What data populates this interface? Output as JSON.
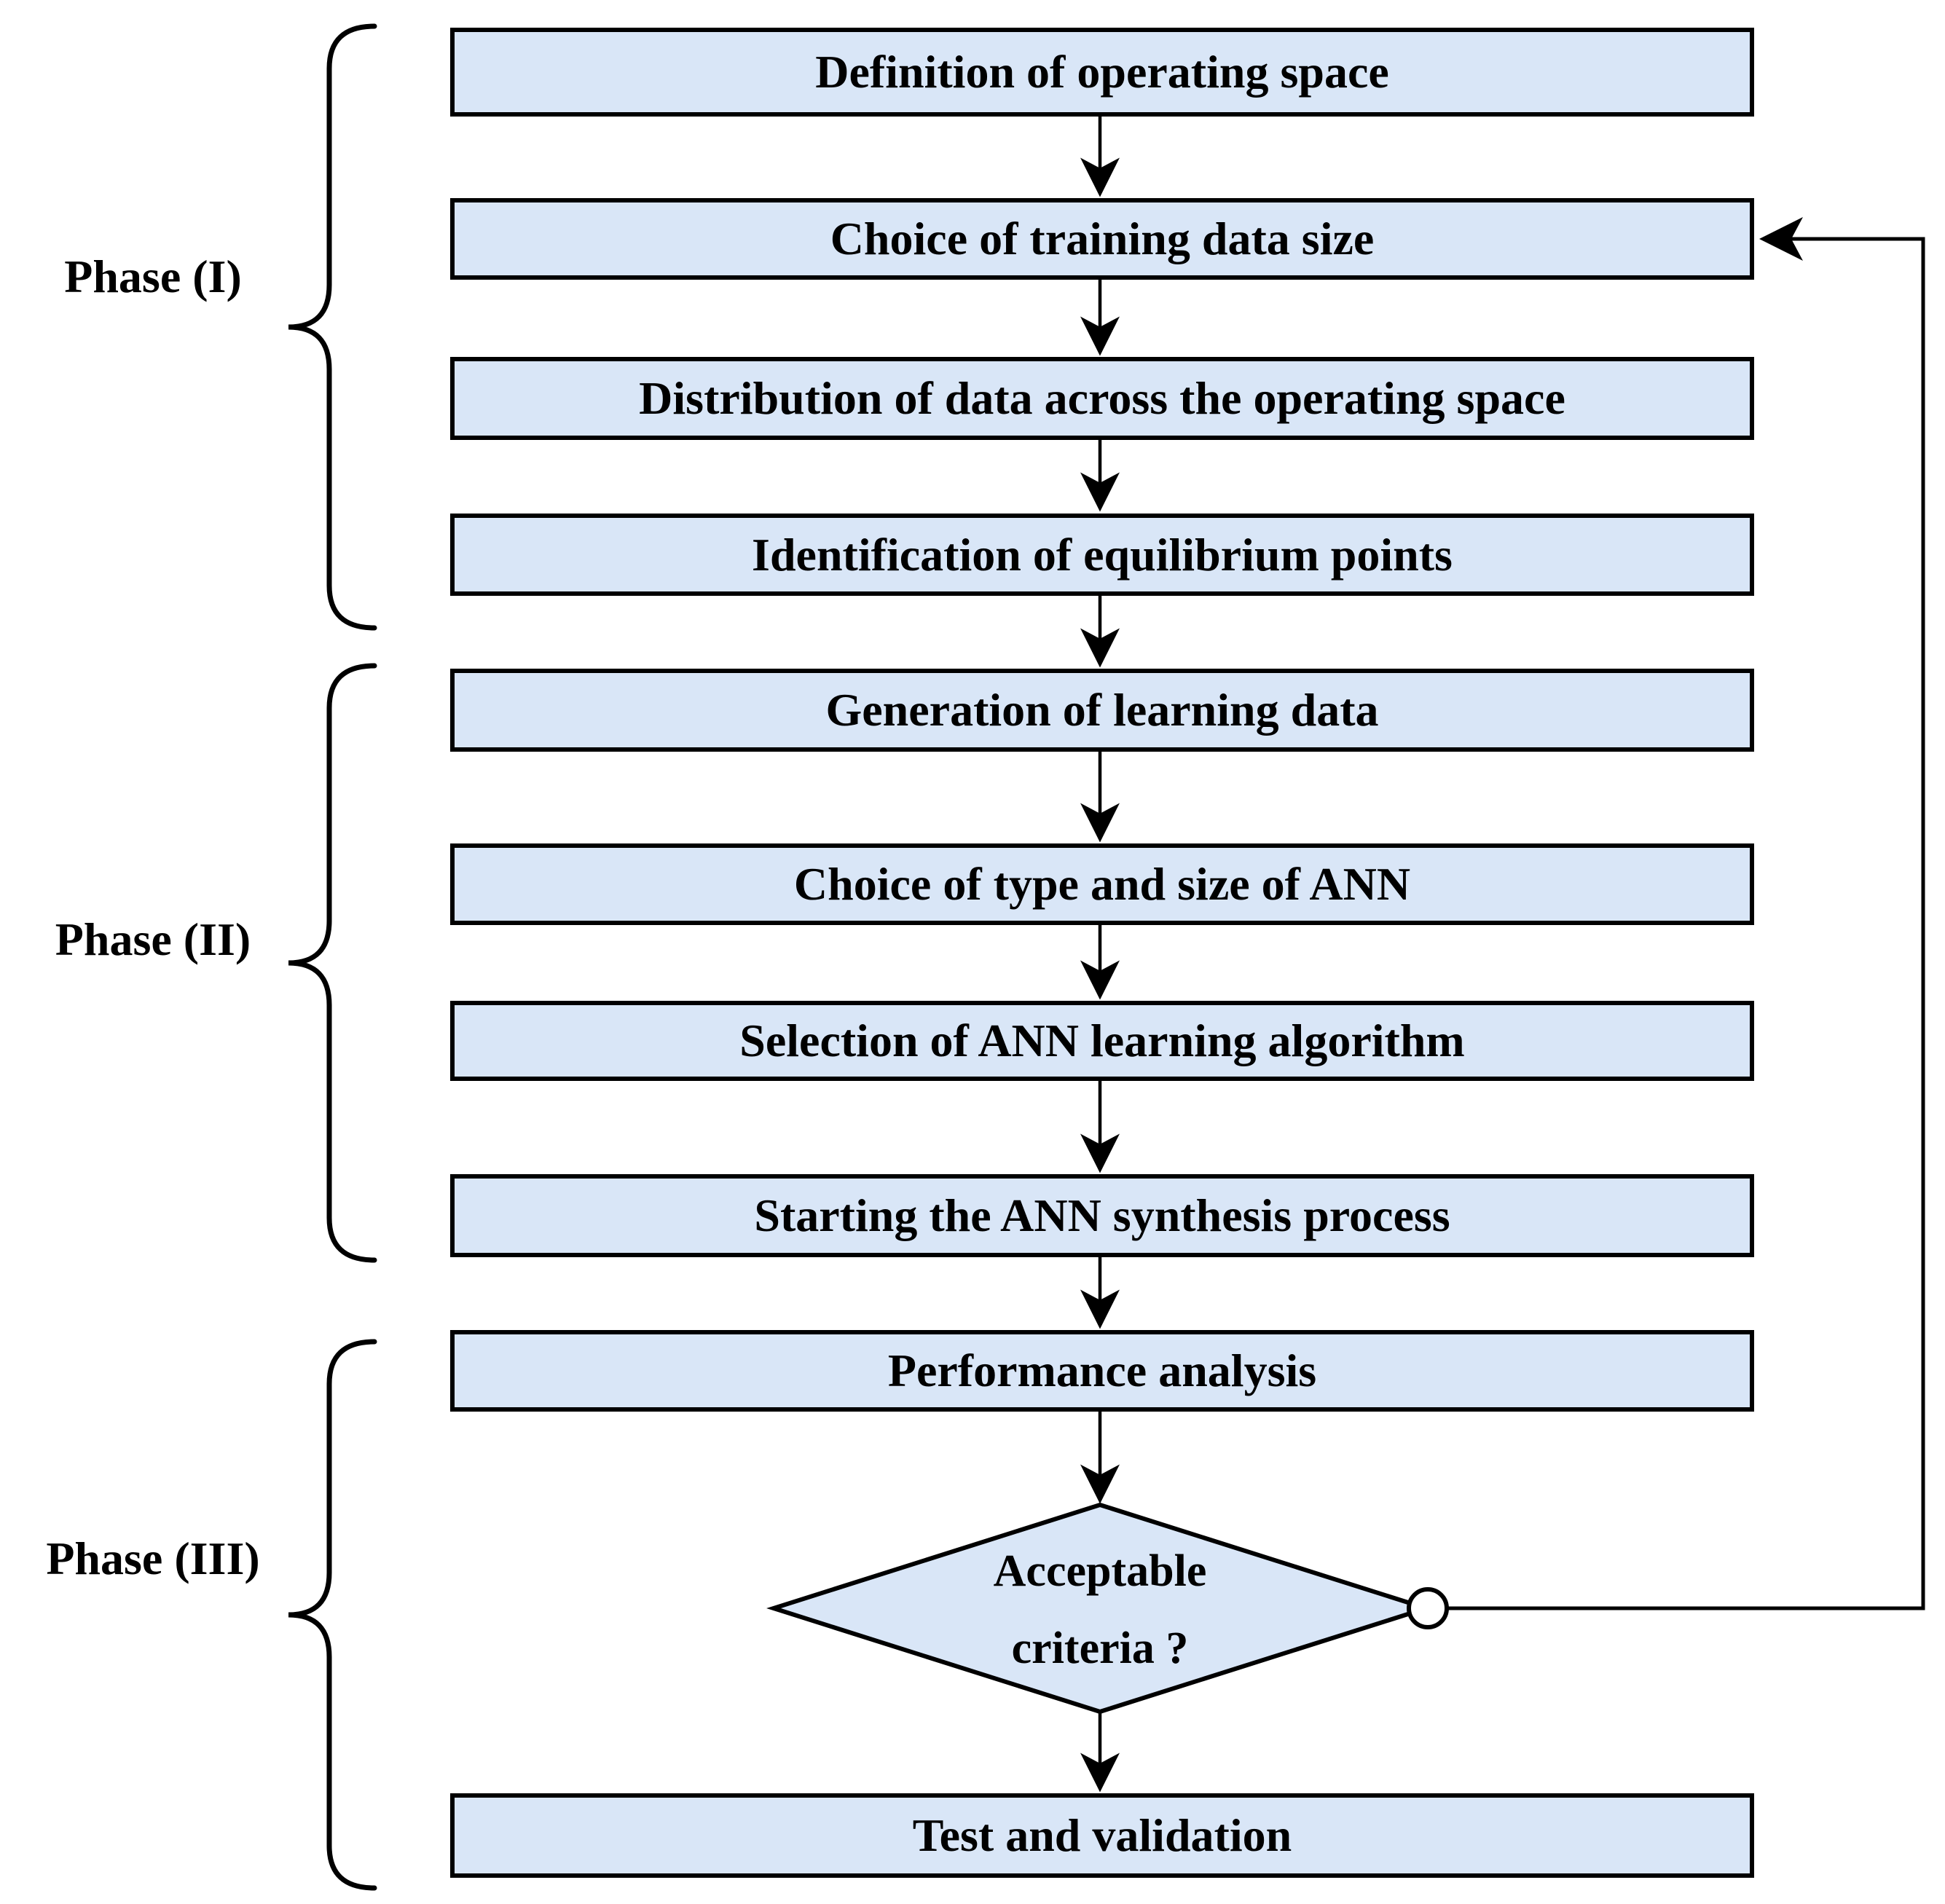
{
  "phases": [
    {
      "label": "Phase (I)"
    },
    {
      "label": "Phase (II)"
    },
    {
      "label": "Phase (III)"
    }
  ],
  "boxes": [
    {
      "label": "Definition of operating space"
    },
    {
      "label": "Choice of training data size"
    },
    {
      "label": "Distribution of data across the operating space"
    },
    {
      "label": "Identification of equilibrium points"
    },
    {
      "label": "Generation of learning data"
    },
    {
      "label": "Choice of type and size of ANN"
    },
    {
      "label": "Selection of ANN learning algorithm"
    },
    {
      "label": "Starting the ANN synthesis process"
    },
    {
      "label": "Performance analysis"
    },
    {
      "label": "Test and validation"
    }
  ],
  "decision": {
    "line1": "Acceptable",
    "line2": "criteria ?"
  },
  "colors": {
    "box_fill": "#d9e6f7",
    "line": "#000000",
    "background": "#ffffff",
    "text": "#000000"
  }
}
